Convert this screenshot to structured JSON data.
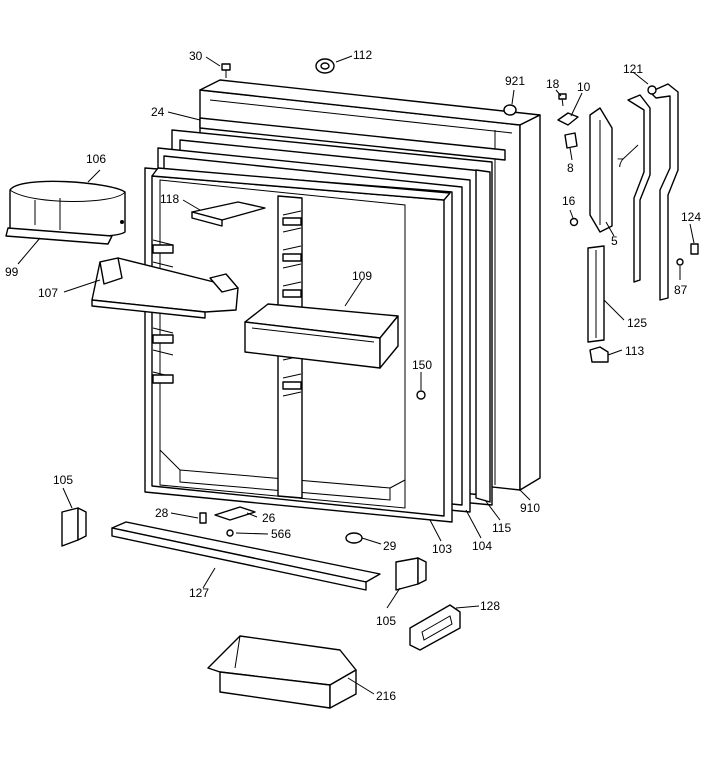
{
  "diagram": {
    "callouts": {
      "c30": "30",
      "c112": "112",
      "c921": "921",
      "c18": "18",
      "c10": "10",
      "c121": "121",
      "c24": "24",
      "c106": "106",
      "c8": "8",
      "c7": "7",
      "c118": "118",
      "c16": "16",
      "c124": "124",
      "c5": "5",
      "c99": "99",
      "c87": "87",
      "c109": "109",
      "c107": "107",
      "c125": "125",
      "c113": "113",
      "c150": "150",
      "c105a": "105",
      "c910": "910",
      "c28": "28",
      "c26": "26",
      "c115": "115",
      "c566": "566",
      "c103": "103",
      "c104": "104",
      "c29": "29",
      "c127": "127",
      "c105b": "105",
      "c128": "128",
      "c216": "216"
    }
  }
}
